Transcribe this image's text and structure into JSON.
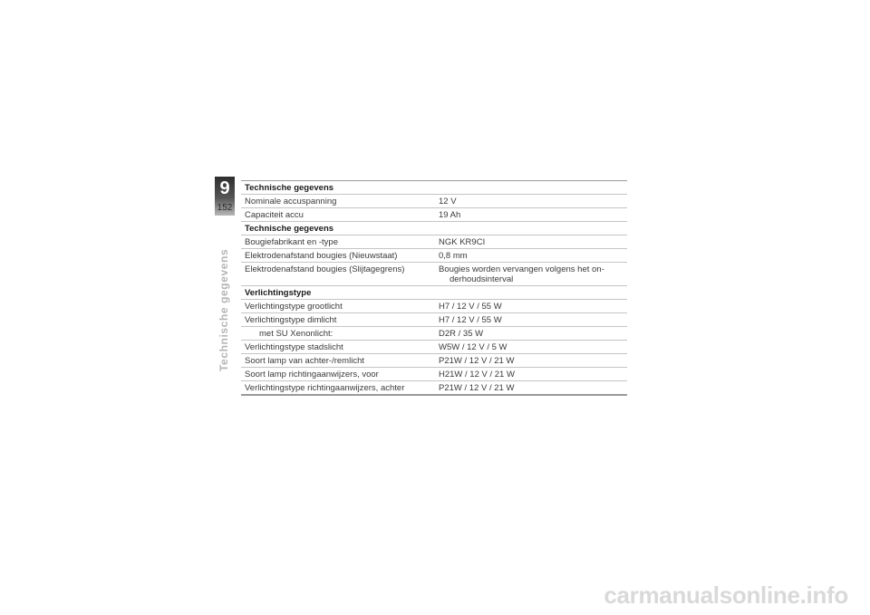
{
  "chapter": {
    "number": "9",
    "page": "152",
    "side_title": "Technische gegevens"
  },
  "sections": [
    {
      "title": "Technische gegevens",
      "rows": [
        {
          "label": "Nominale accuspanning",
          "value": "12 V"
        },
        {
          "label": "Capaciteit accu",
          "value": "19 Ah"
        }
      ]
    },
    {
      "title": "Technische gegevens",
      "rows": [
        {
          "label": "Bougiefabrikant en -type",
          "value": "NGK KR9CI"
        },
        {
          "label": "Elektrodenafstand bougies (Nieuwstaat)",
          "value": "0,8 mm"
        },
        {
          "label": "Elektrodenafstand bougies (Slijtagegrens)",
          "value_line1": "Bougies worden vervangen volgens het on-",
          "value_line2": "derhoudsinterval"
        }
      ]
    },
    {
      "title": "Verlichtingstype",
      "rows": [
        {
          "label": "Verlichtingstype grootlicht",
          "value": "H7 / 12 V / 55 W"
        },
        {
          "label": "Verlichtingstype dimlicht",
          "value": "H7 / 12 V / 55 W"
        },
        {
          "label": "met SU Xenonlicht:",
          "value": "D2R / 35 W"
        },
        {
          "label": "Verlichtingstype stadslicht",
          "value": "W5W / 12 V / 5 W"
        },
        {
          "label": "Soort lamp van achter-/remlicht",
          "value": "P21W / 12 V / 21 W"
        },
        {
          "label": "Soort lamp richtingaanwijzers, voor",
          "value": "H21W / 12 V / 21 W"
        },
        {
          "label": "Verlichtingstype richtingaanwijzers, achter",
          "value": "P21W / 12 V / 21 W"
        }
      ]
    }
  ],
  "watermark": "carmanualsonline.info"
}
